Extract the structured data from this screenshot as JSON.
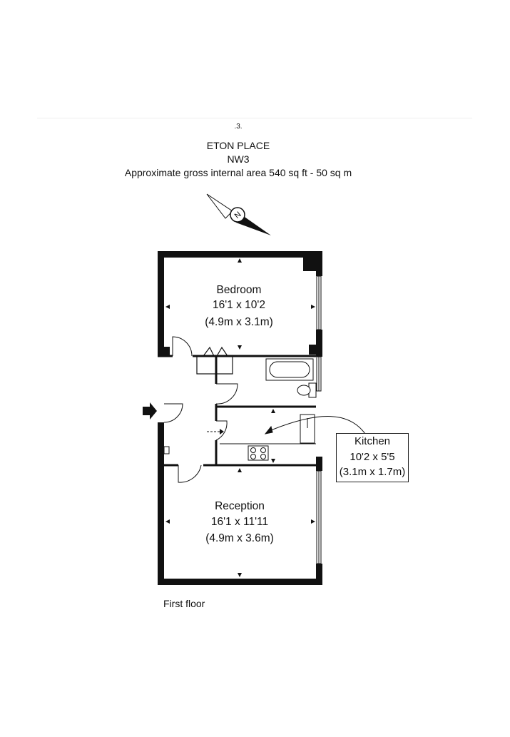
{
  "header": {
    "ref": ".3.",
    "name": "ETON PLACE",
    "district": "NW3",
    "area": "Approximate gross internal area 540 sq ft - 50 sq m"
  },
  "compass": {
    "label": "N"
  },
  "rooms": {
    "bedroom": {
      "name": "Bedroom",
      "imperial": "16'1 x 10'2",
      "metric": "(4.9m x 3.1m)"
    },
    "kitchen": {
      "name": "Kitchen",
      "imperial": "10'2 x 5'5",
      "metric": "(3.1m x 1.7m)"
    },
    "reception": {
      "name": "Reception",
      "imperial": "16'1 x 11'11",
      "metric": "(4.9m x 3.6m)"
    }
  },
  "floor_label": "First floor"
}
